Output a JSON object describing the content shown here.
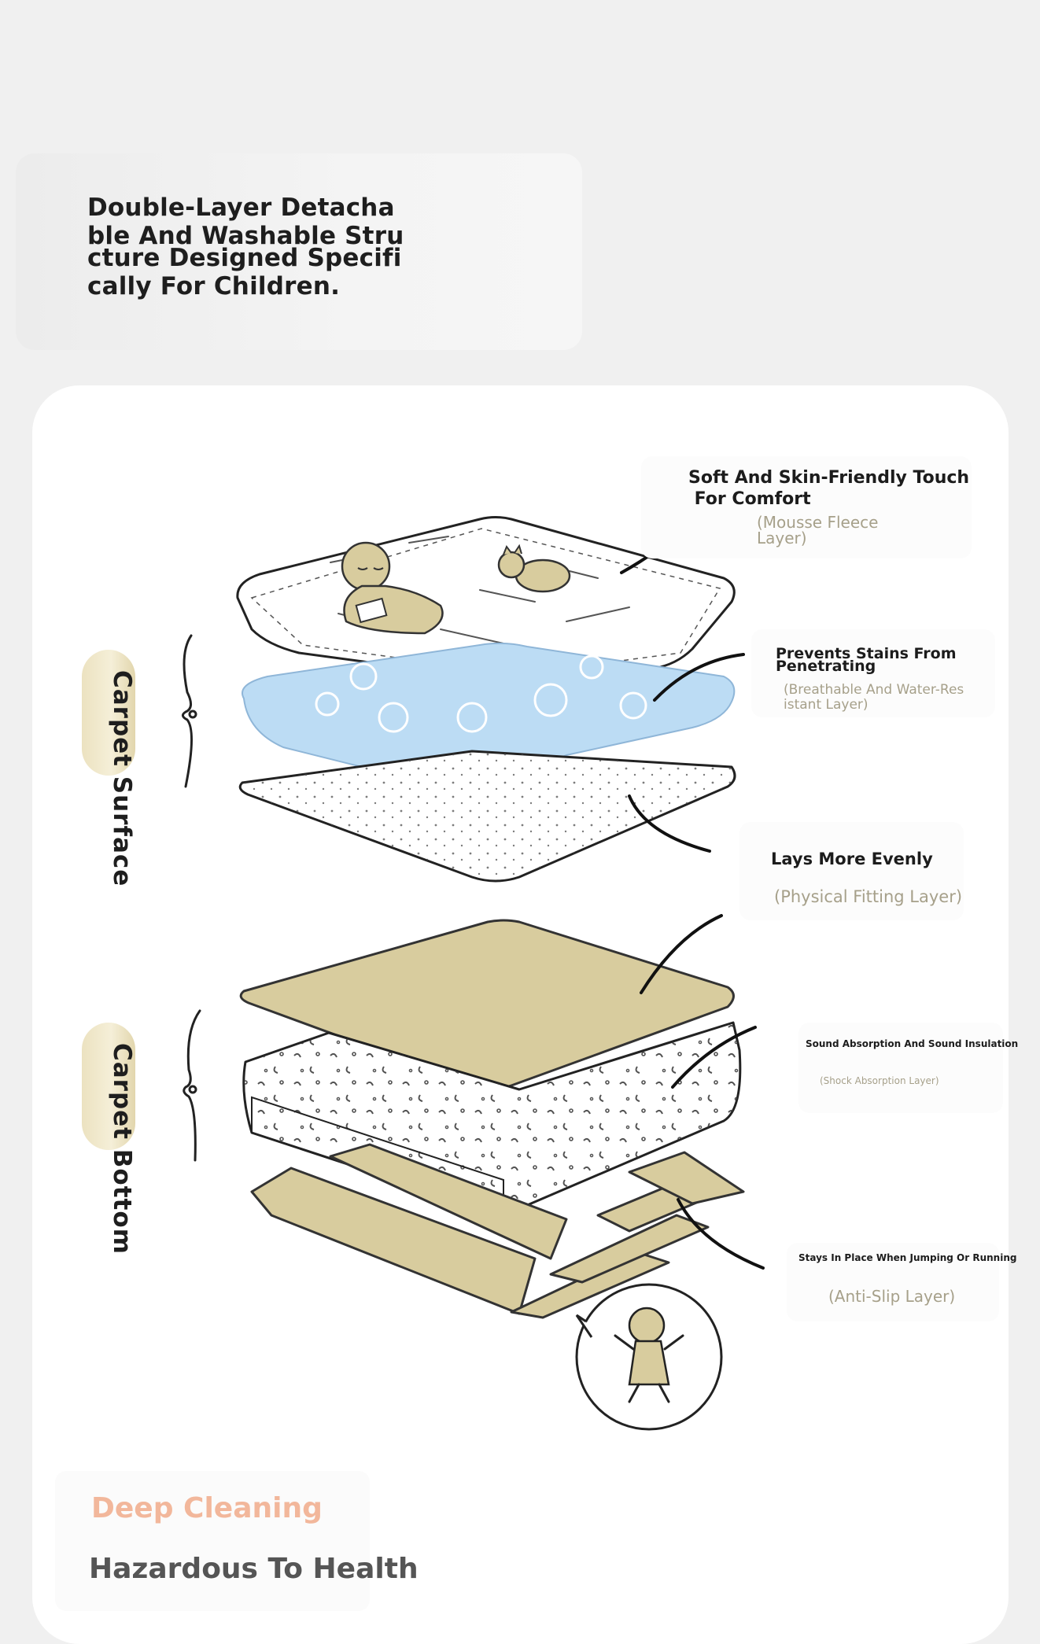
{
  "title": {
    "line1": "Double-Layer Detacha",
    "line2": "ble And Washable Stru",
    "line3": "cture Designed Specifi",
    "line4": "cally For Children."
  },
  "groups": {
    "surface": "Carpet Surface",
    "bottom": "Carpet Bottom"
  },
  "layers": [
    {
      "title_a": "Soft And Skin-Friendly Touch",
      "title_b": " For Comfort",
      "sub_a": "(Mousse Fleece",
      "sub_b": "Layer)"
    },
    {
      "title_a": "Prevents Stains From",
      "title_b": "Penetrating",
      "sub_a": "(Breathable And Water-Res",
      "sub_b": "istant Layer)"
    },
    {
      "title": "Lays More Evenly",
      "sub": "(Physical Fitting Layer)"
    },
    {
      "title": "Sound Absorption And Sound Insulation",
      "sub": "(Shock Absorption Layer)"
    },
    {
      "title": "Stays In Place When Jumping Or Running",
      "sub": "(Anti-Slip Layer)"
    }
  ],
  "footer": {
    "deep_cleaning": "Deep Cleaning",
    "hazardous": "Hazardous To Health"
  },
  "colors": {
    "background": "#f0f0f0",
    "card": "#ffffff",
    "accent_sand": "#d8cc9e",
    "water_blue": "#bcdcf4",
    "deep_cleaning": "#f2b79b",
    "subtitle": "#a6a08a"
  }
}
